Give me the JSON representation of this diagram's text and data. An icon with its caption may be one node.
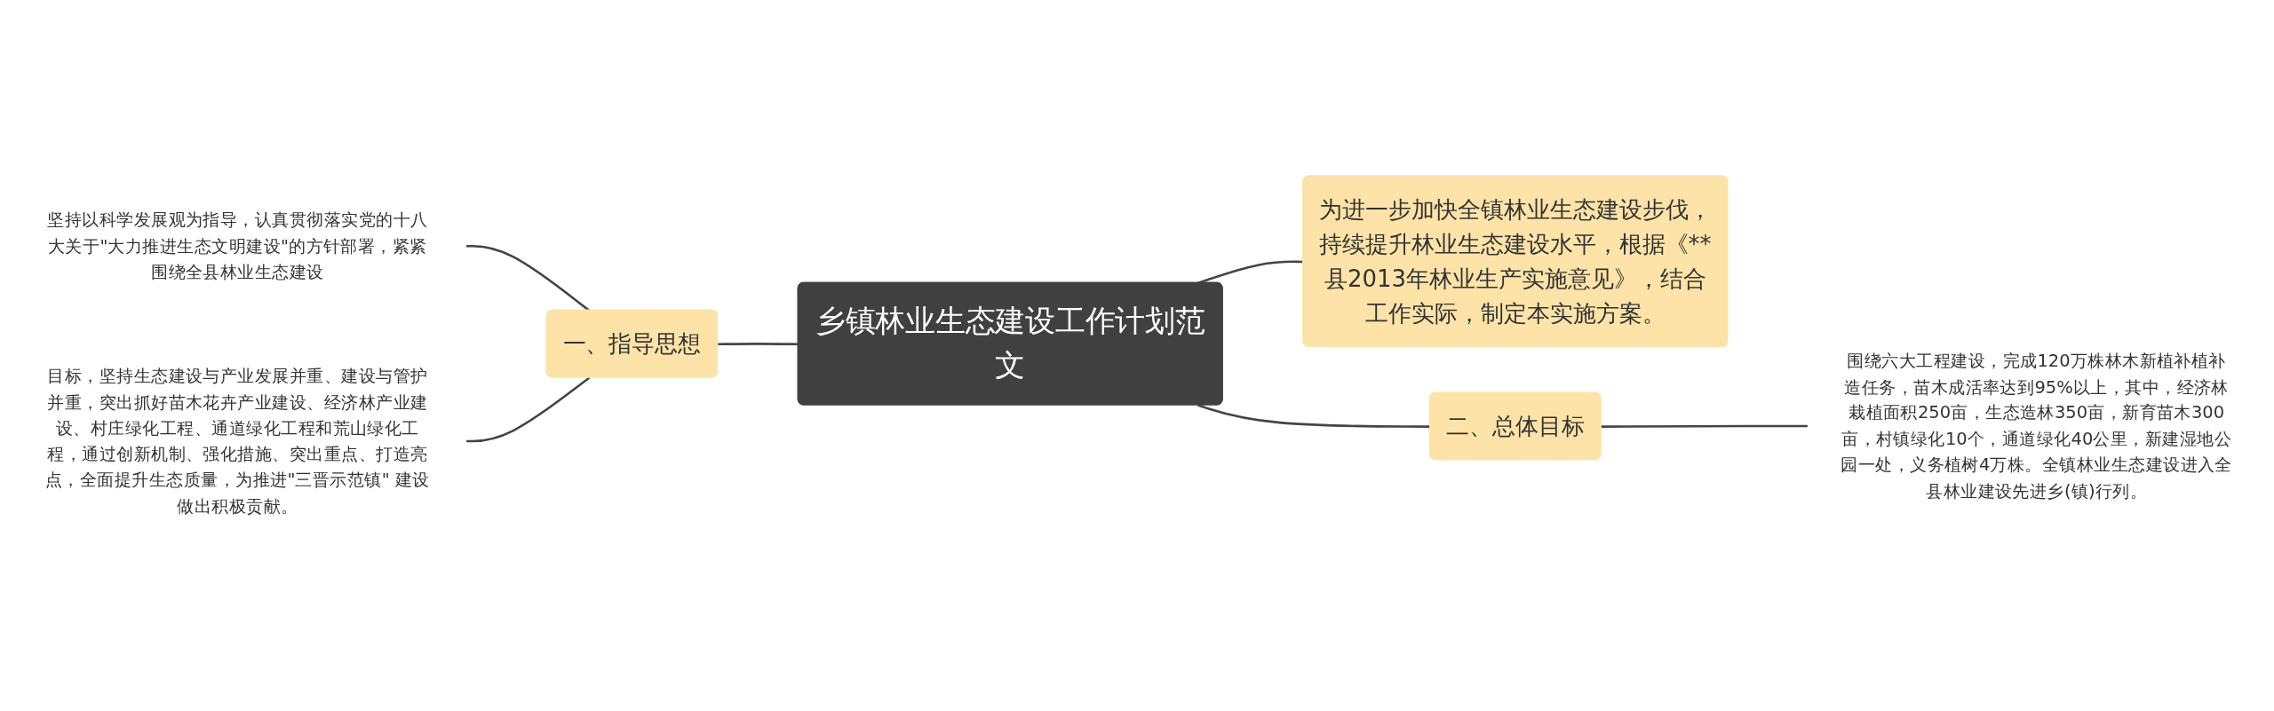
{
  "diagram": {
    "nodes": [
      {
        "text": [
          "乡镇林业生态建设工作计划范文"
        ]
      },
      {
        "text": [
          "一、指导思想"
        ]
      },
      {
        "text": [
          "坚持以科学发展观为指导，认真贯彻落实党的十八大关于\"大力推进生态文明建设\"的方针部署，紧紧围绕全县林业生态建设"
        ]
      },
      {
        "text": [
          "目标，坚持生态建设与产业发展并重、建设与管护并重，突出抓好苗木花卉产业建设、经济林产业建设、村庄绿化工程、通道绿化工程和荒山绿化工程，通过创新机制、强化措施、突出重点、打造亮点，全面提升生态质量，为推进\"三晋示范镇\" 建设做出积极贡献。"
        ]
      },
      {
        "text": [
          "为进一步加快全镇林业生态建设步伐，持续提升林业生态建设水平，根据《**县2013年林业生产实施意见》，结合工作实际，制定本实施方案。"
        ]
      },
      {
        "text": [
          "二、总体目标"
        ]
      },
      {
        "text": [
          "围绕六大工程建设，完成120万株林木新植补植补造任务，苗木成活率达到95%以上，其中，经济林栽植面积250亩，生态造林350亩，新育苗木300亩，村镇绿化10个，通道绿化40公里，新建湿地公园一处，义务植树4万株。全镇林业生态建设进入全县林业建设先进乡(镇)行列。"
        ]
      }
    ],
    "edges": [
      {
        "from": 2,
        "to": 1,
        "arrow": "none"
      },
      {
        "from": 3,
        "to": 1,
        "arrow": "none"
      },
      {
        "from": 1,
        "to": 0,
        "arrow": "none"
      },
      {
        "from": 0,
        "to": 4,
        "arrow": "none"
      },
      {
        "from": 0,
        "to": 5,
        "arrow": "none"
      },
      {
        "from": 5,
        "to": 6,
        "arrow": "none"
      }
    ]
  }
}
